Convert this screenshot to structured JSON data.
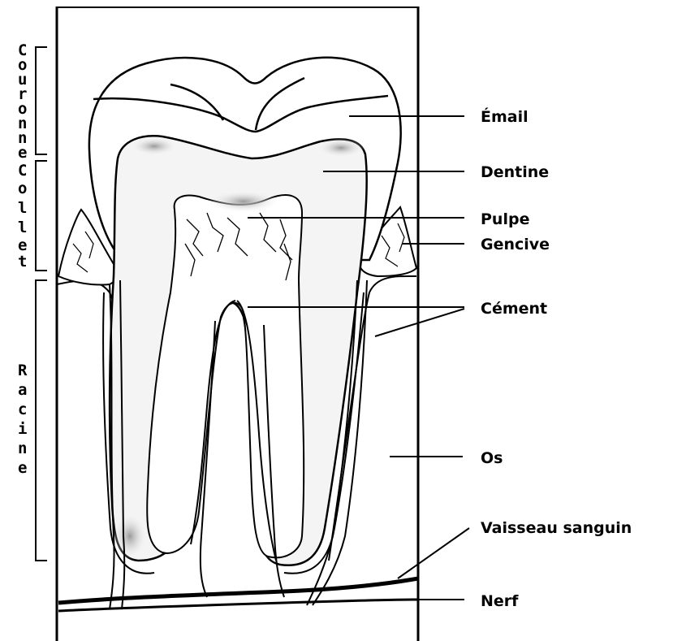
{
  "labels": {
    "email": "Émail",
    "dentine": "Dentine",
    "pulpe": "Pulpe",
    "gencive": "Gencive",
    "cement": "Cément",
    "os": "Os",
    "vaisseau": "Vaisseau sanguin",
    "nerf": "Nerf"
  },
  "side": {
    "couronne": [
      "C",
      "o",
      "u",
      "r",
      "o",
      "n",
      "n",
      "e"
    ],
    "collet": [
      "C",
      "o",
      "l",
      "l",
      "e",
      "t"
    ],
    "racine": [
      "R",
      "a",
      "c",
      "i",
      "n",
      "e"
    ]
  },
  "colors": {
    "ink": "#000000",
    "shade": "#c8c8c8"
  }
}
